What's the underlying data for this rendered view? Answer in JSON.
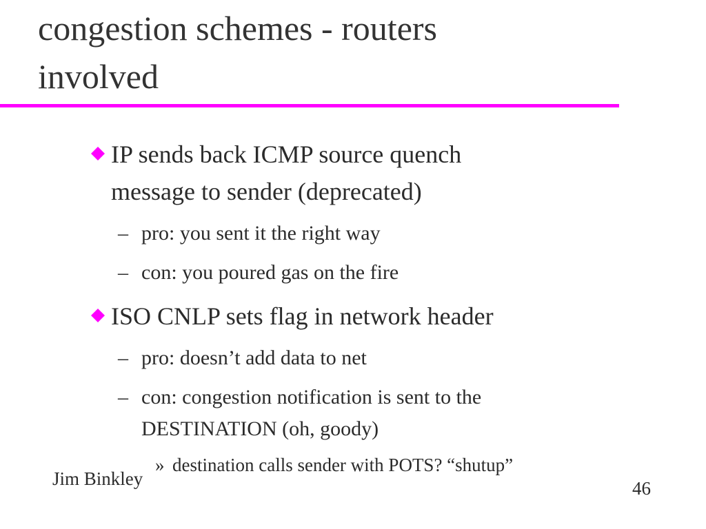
{
  "slide": {
    "title_line1": "congestion schemes - routers",
    "title_line2": "involved",
    "accent_color": "#ff00ff",
    "bullet_icon": "diamond-bullet-icon",
    "items": [
      {
        "line1": "IP sends back ICMP source quench",
        "line2": "message to sender (deprecated)"
      },
      {
        "marker": "–",
        "text": "pro: you sent it the right way"
      },
      {
        "marker": "–",
        "text": "con: you poured gas on the fire"
      },
      {
        "line1": "ISO CNLP sets flag in network header"
      },
      {
        "marker": "–",
        "text": "pro: doesn’t add data to net"
      },
      {
        "marker": "–",
        "line1": "con: congestion notification is sent to the",
        "line2": "DESTINATION (oh, goody)"
      },
      {
        "marker": "»",
        "text": "destination calls sender with POTS? “shutup”"
      }
    ],
    "footer": {
      "author": "Jim Binkley",
      "page_number": "46"
    }
  }
}
